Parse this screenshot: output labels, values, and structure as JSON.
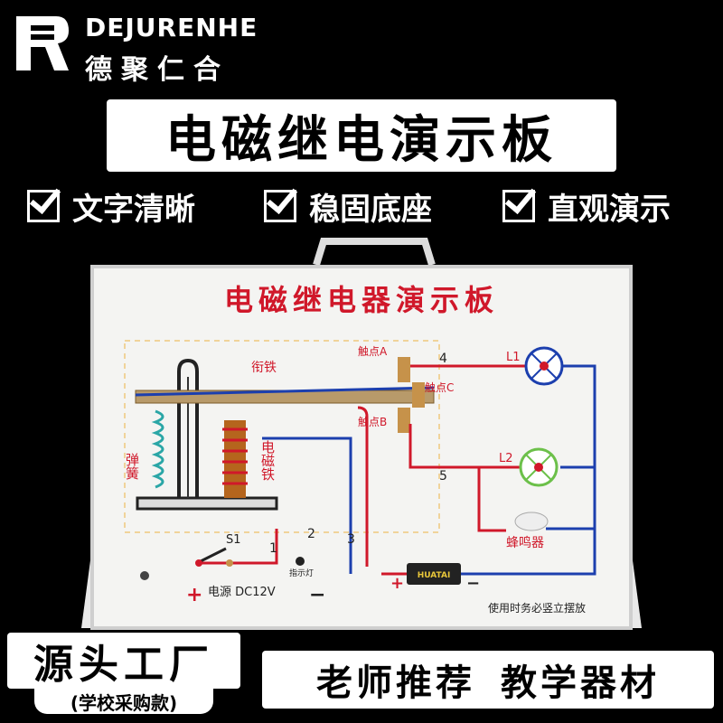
{
  "brand": {
    "name": "DEJURENHE",
    "chinese": "德聚仁合"
  },
  "title": "电磁继电演示板",
  "features": [
    "文字清晰",
    "稳固底座",
    "直观演示"
  ],
  "board": {
    "heading": "电磁继电器演示板",
    "labels": {
      "armature": "衔铁",
      "spring": "弹簧",
      "electromagnet": "电磁铁",
      "contact_a": "触点A",
      "contact_b": "触点B",
      "contact_c": "触点C",
      "switch": "S1",
      "indicator": "指示灯",
      "power": "电源 DC12V",
      "buzzer": "蜂鸣器",
      "lamp1": "L1",
      "lamp2": "L2",
      "terminal_1": "1",
      "terminal_2": "2",
      "terminal_3": "3",
      "terminal_4": "4",
      "terminal_5": "5",
      "plus": "+",
      "minus": "−",
      "battery_brand": "HUATAI",
      "usage_note": "使用时务必竖立摆放"
    }
  },
  "badges": {
    "left_main": "源头工厂",
    "left_sub": "(学校采购款)",
    "right_1": "老师推荐",
    "right_2": "教学器材"
  },
  "colors": {
    "wire_red": "#d0182a",
    "wire_blue": "#1c3fae",
    "board_bg": "#f4f4f2",
    "title_red": "#d0182a"
  }
}
